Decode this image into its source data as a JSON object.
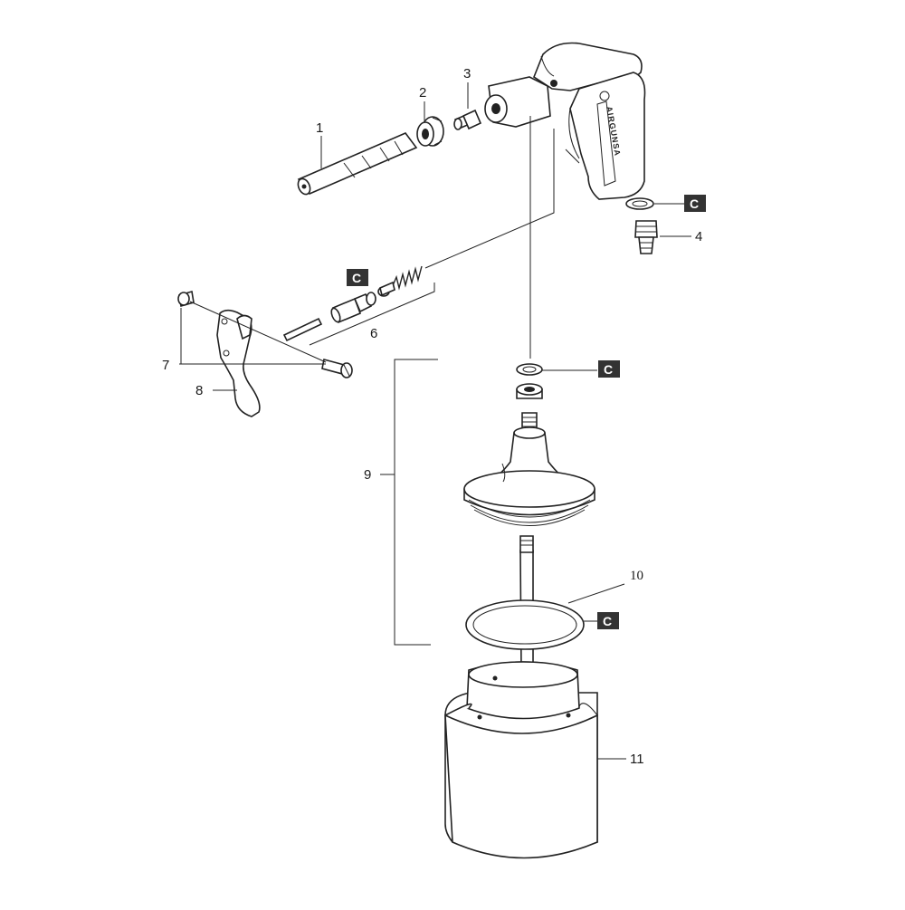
{
  "brand_label": "AIRGUNSA",
  "badge": {
    "letter": "C",
    "color": "#333333"
  },
  "callouts": {
    "p1": "1",
    "p2": "2",
    "p3": "3",
    "p4": "4",
    "p5": "6",
    "p7": "7",
    "p8": "8",
    "p9": "9",
    "p10": "10",
    "p11": "11"
  },
  "icons": [
    "spray-gun-body",
    "nozzle-tube",
    "knurled-nut",
    "fitting",
    "air-inlet-fitting",
    "valve-assembly",
    "trigger",
    "trigger-pin",
    "cup-lid",
    "siphon-tube",
    "o-ring",
    "paint-cup"
  ]
}
